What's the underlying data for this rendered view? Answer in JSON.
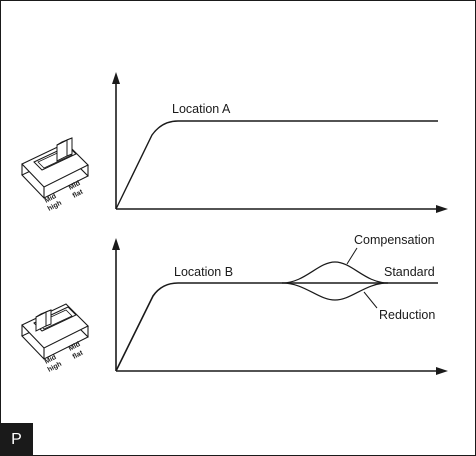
{
  "panel_top": {
    "curve_label": "Location A",
    "switch": {
      "left_label": [
        "Mid",
        "high"
      ],
      "right_label": [
        "Mid",
        "flat"
      ],
      "position": "right"
    }
  },
  "panel_bottom": {
    "curve_label": "Location B",
    "compensation_label": "Compensation",
    "standard_label": "Standard",
    "reduction_label": "Reduction",
    "switch": {
      "left_label": [
        "Mid",
        "high"
      ],
      "right_label": [
        "Mid",
        "flat"
      ],
      "position": "left"
    }
  },
  "corner_badge": "P"
}
